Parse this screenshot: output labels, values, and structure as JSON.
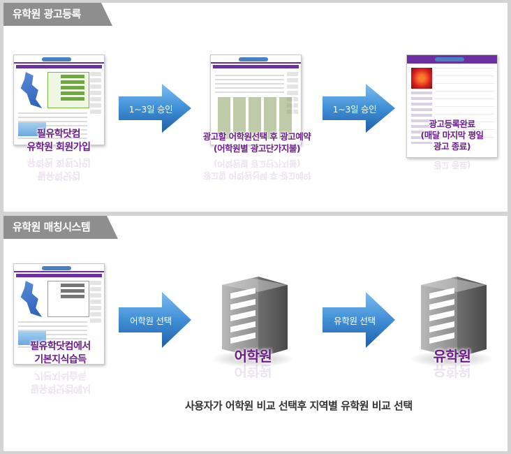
{
  "section1": {
    "title": "유학원 광고등록",
    "step1": {
      "caption_line1": "필유학닷컴",
      "caption_line2": "유학원 회원가입"
    },
    "arrow1": "1~3일 승인",
    "step2": {
      "caption_line1": "광고할 어학원선택 후 광고예약",
      "caption_line2": "(어학원별 광고단가지불)"
    },
    "arrow2": "1~3일 승인",
    "step3": {
      "caption_line1": "광고등록완료",
      "caption_line2": "(매달 마지막 평일",
      "caption_line3": "광고 종료)"
    }
  },
  "section2": {
    "title": "유학원 매칭시스템",
    "step1": {
      "caption_line1": "필유학닷컴에서",
      "caption_line2": "기본지식습득"
    },
    "arrow1": "어학원 선택",
    "building1": "어학원",
    "arrow2": "유학원 선택",
    "building2": "유학원",
    "description": "사용자가 어학원 비교 선택후 지역별 유학원 비교 선택"
  },
  "colors": {
    "accent": "#6b1d8a",
    "arrow": "#3f8fd6",
    "tab": "#8e8e8e"
  }
}
